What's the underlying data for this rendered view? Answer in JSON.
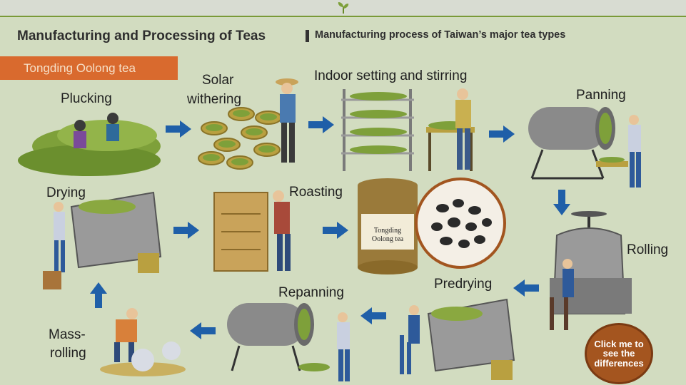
{
  "header": {
    "title": "Manufacturing and Processing of Teas",
    "subtitle": "Manufacturing process of Taiwan’s major tea types",
    "tea_tag": "Tongding Oolong tea"
  },
  "steps": {
    "plucking": "Plucking",
    "solar_withering_1": "Solar",
    "solar_withering_2": "withering",
    "indoor_setting": "Indoor setting and stirring",
    "panning": "Panning",
    "rolling": "Rolling",
    "predrying": "Predrying",
    "repanning": "Repanning",
    "mass_rolling_1": "Mass-",
    "mass_rolling_2": "rolling",
    "drying": "Drying",
    "roasting": "Roasting"
  },
  "product_label": "Tongding Oolong tea",
  "compare_button": "Click me to see the differences",
  "colors": {
    "arrow": "#1f5fa8",
    "tag": "#d96a2e",
    "background": "#d2dcc0",
    "tea_leaf": "#7ea03a"
  }
}
